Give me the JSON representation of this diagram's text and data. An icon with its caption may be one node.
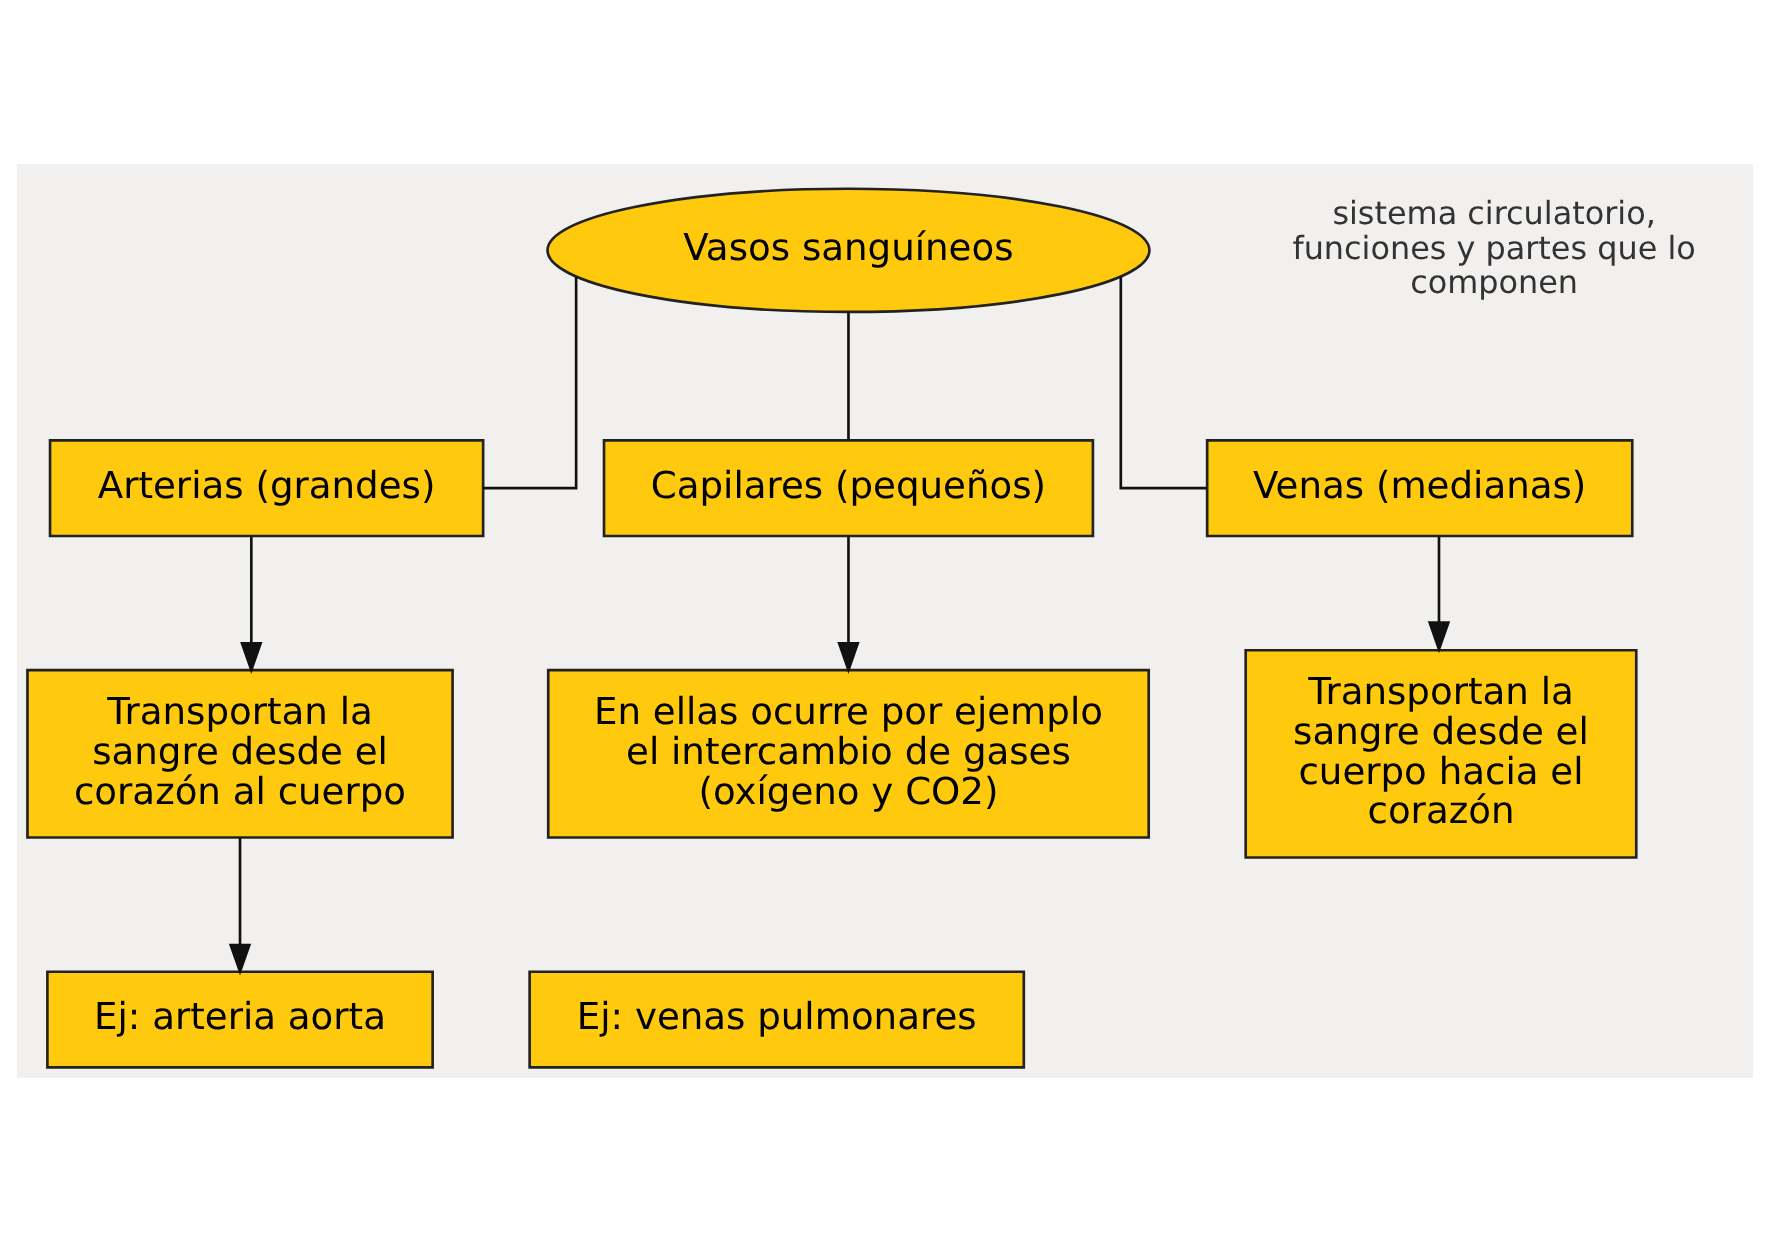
{
  "diagram": {
    "nodes": [
      {
        "text": [
          "Vasos sanguíneos"
        ]
      },
      {
        "text": [
          "Arterias (grandes)"
        ]
      },
      {
        "text": [
          "Capilares (pequeños)"
        ]
      },
      {
        "text": [
          "Venas (medianas)"
        ]
      },
      {
        "text": [
          "Transportan la sangre desde el corazón al cuerpo"
        ]
      },
      {
        "text": [
          "En ellas ocurre por ejemplo el intercambio de gases (oxígeno y CO2)"
        ]
      },
      {
        "text": [
          "Transportan la sangre desde el cuerpo hacia el corazón"
        ]
      },
      {
        "text": [
          "Ej: arteria aorta"
        ]
      },
      {
        "text": [
          "Ej: venas pulmonares"
        ]
      }
    ],
    "edges": [
      {
        "from": 0,
        "to": 1,
        "arrow": "none"
      },
      {
        "from": 0,
        "to": 2,
        "arrow": "none"
      },
      {
        "from": 0,
        "to": 3,
        "arrow": "none"
      },
      {
        "from": 1,
        "to": 4,
        "arrow": "to"
      },
      {
        "from": 2,
        "to": 5,
        "arrow": "to"
      },
      {
        "from": 3,
        "to": 6,
        "arrow": "to"
      },
      {
        "from": 4,
        "to": 7,
        "arrow": "to"
      }
    ],
    "labels": [
      "sistema circulatorio, funciones y partes que lo componen"
    ]
  }
}
